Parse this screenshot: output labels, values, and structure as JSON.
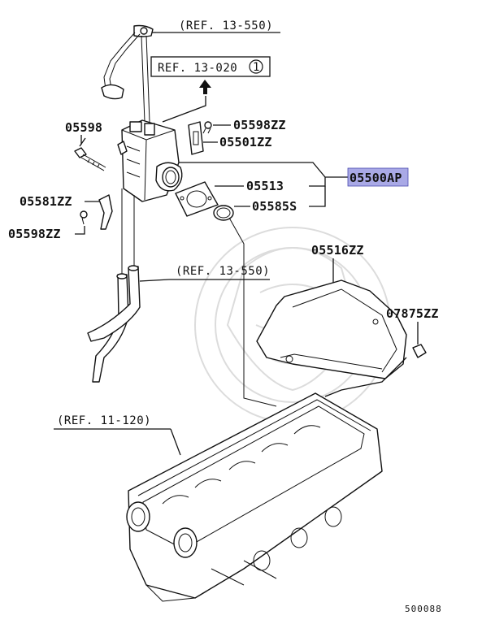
{
  "refs": {
    "ref_13_550_top": "(REF. 13-550)",
    "ref_13_020": "REF. 13-020",
    "ref_13_020_circle": "1",
    "ref_13_550_mid": "(REF. 13-550)",
    "ref_11_120": "(REF. 11-120)"
  },
  "labels": {
    "p05598": "05598",
    "p05598zz_top": "05598ZZ",
    "p05501zz": "05501ZZ",
    "p05500ap": "05500AP",
    "p05513": "05513",
    "p05585s": "05585S",
    "p05581zz": "05581ZZ",
    "p05598zz_left": "05598ZZ",
    "p05516zz": "05516ZZ",
    "p07875zz": "07875ZZ"
  },
  "highlight_color": "#a9a9e6",
  "figure_number": "500088"
}
